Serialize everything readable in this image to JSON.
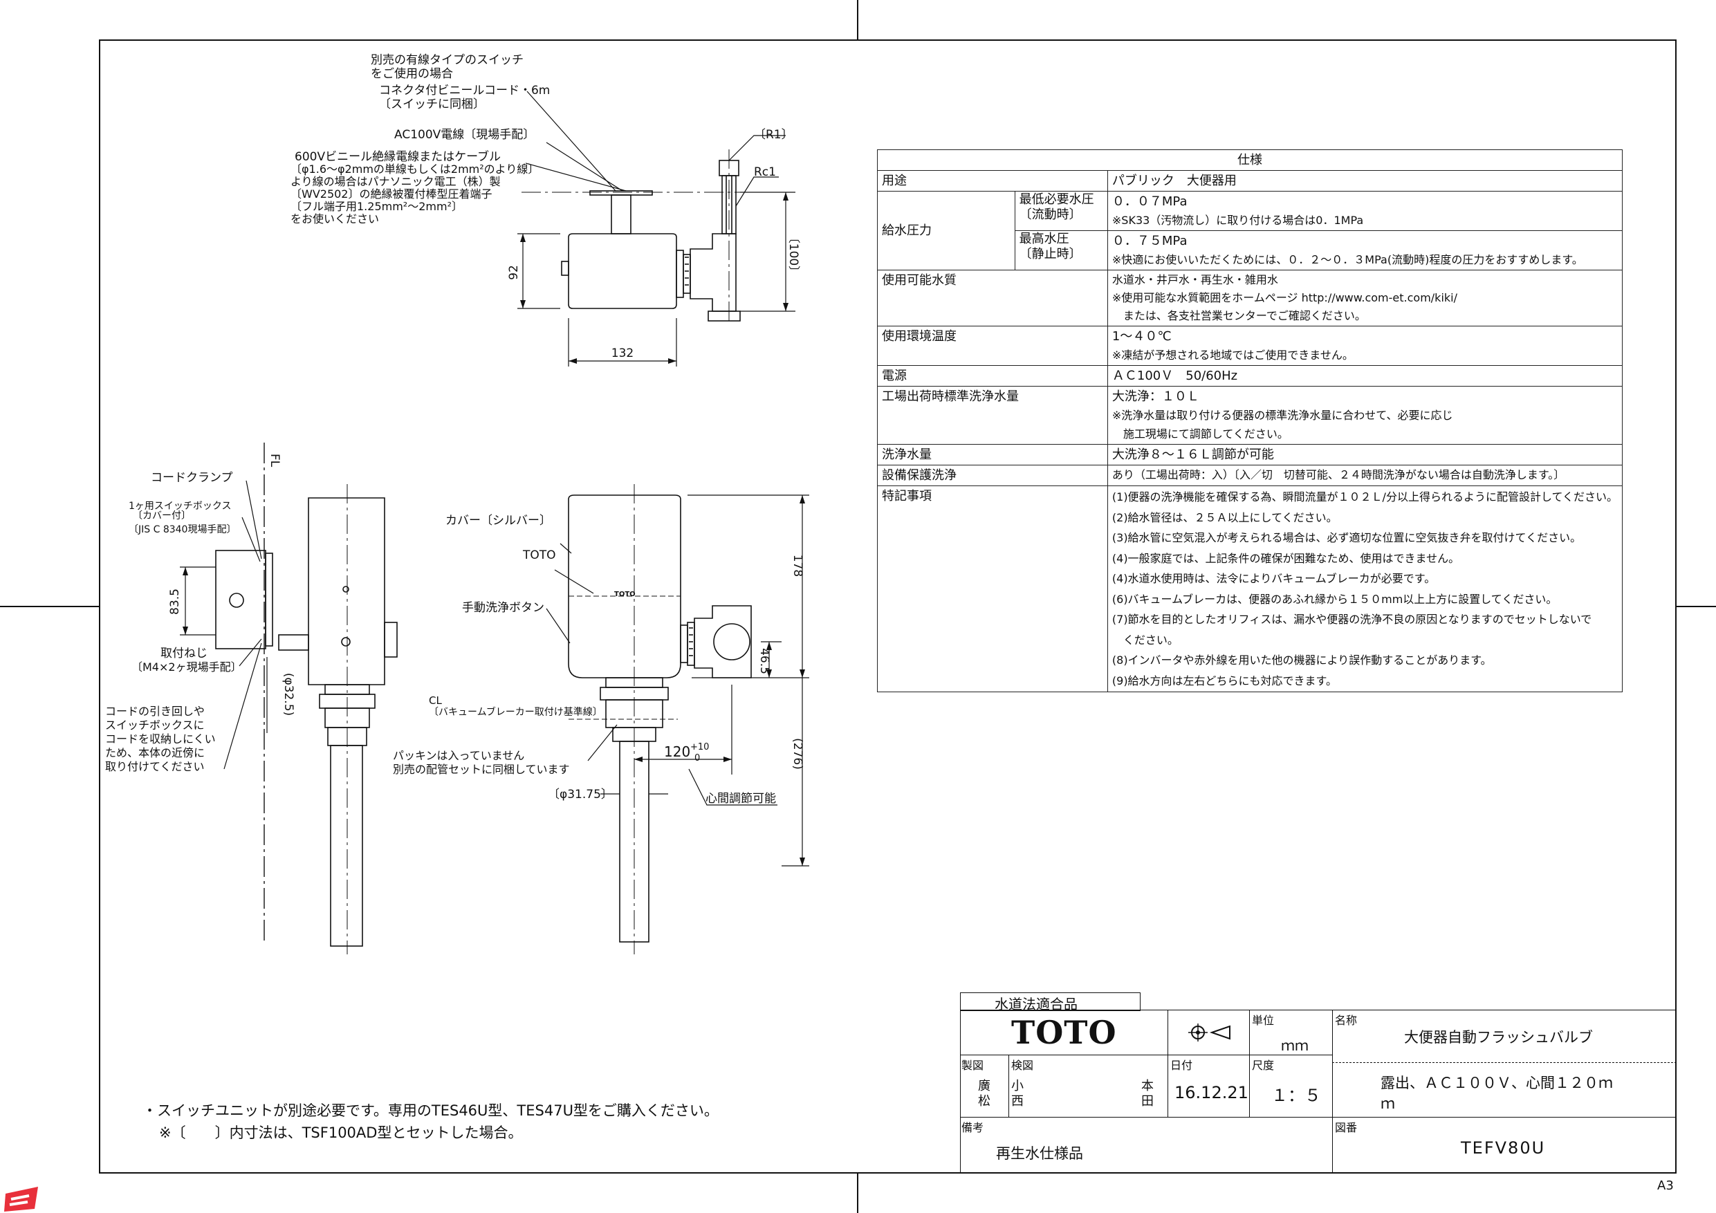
{
  "drawing_labels": {
    "wired_switch_1": "別売の有線タイプのスイッチ",
    "wired_switch_2": "をご使用の場合",
    "cord_1": "コネクタ付ビニールコード・6m",
    "cord_2": "〔スイッチに同梱〕",
    "ac_wire": "AC100V電線〔現場手配〕",
    "cable_1": "600Vビニール絶縁電線またはケーブル",
    "cable_2": "〔φ1.6～φ2mmの単線もしくは2mm²のより線〕",
    "cable_3": "より線の場合はパナソニック電工（株）製",
    "cable_4": "〔WV2502〕の絶縁被覆付棒型圧着端子",
    "cable_5": "〔フル端子用1.25mm²～2mm²〕",
    "cable_6": "をお使いください",
    "r1": "〔R1〕",
    "rc1": "Rc1",
    "dim_100": "〔100〕",
    "dim_92": "92",
    "dim_132": "132",
    "fl": "FL",
    "cord_clamp": "コードクランプ",
    "switch_box_1": "1ヶ用スイッチボックス",
    "switch_box_2": "〔カバー付〕",
    "switch_box_3": "〔JIS C 8340現場手配〕",
    "dim_83_5": "83.5",
    "screw_1": "取付ねじ",
    "screw_2": "〔M4×2ヶ現場手配〕",
    "dim_32_5": "(φ32.5)",
    "routing_1": "コードの引き回しや",
    "routing_2": "スイッチボックスに",
    "routing_3": "コードを収納しにくい",
    "routing_4": "ため、本体の近傍に",
    "routing_5": "取り付けてください",
    "cover": "カバー〔シルバー〕",
    "brand_label": "TOTO",
    "manual_button": "手動洗浄ボタン",
    "cl_1": "CL",
    "cl_2": "〔バキュームブレーカー取付け基準線〕",
    "dim_178": "178",
    "dim_46_5": "46.5",
    "dim_276": "(276)",
    "packing_1": "パッキンは入っていません",
    "packing_2": "別売の配管セットに同梱しています",
    "dim_120": "120",
    "tol_plus": "+10",
    "tol_zero": "0",
    "center_adj": "心間調節可能",
    "dim_31_75": "〔φ31.75〕",
    "unit_mark": "TOTO"
  },
  "spec": {
    "header": "仕様",
    "use_label": "用途",
    "use_value": "パブリック　大便器用",
    "pressure_label": "給水圧力",
    "min_label_1": "最低必要水圧",
    "min_label_2": "〔流動時〕",
    "min_value": "０．０７MPa",
    "min_note": "※SK33（汚物流し）に取り付ける場合は0．1MPa",
    "max_label_1": "最高水圧",
    "max_label_2": "〔静止時〕",
    "max_value": "０．７５MPa",
    "max_note": "※快適にお使いいただくためには、０．２～０．３MPa(流動時)程度の圧力をおすすめします。",
    "water_label": "使用可能水質",
    "water_value": "水道水・井戸水・再生水・雑用水",
    "water_note_1": "※使用可能な水質範囲をホームページ http://www.com-et.com/kiki/",
    "water_note_2": "　または、各支社営業センターでご確認ください。",
    "temp_label": "使用環境温度",
    "temp_value": "1～４０℃",
    "temp_note": "※凍結が予想される地域ではご使用できません。",
    "power_label": "電源",
    "power_value": "ＡＣ100Ｖ　50/60Hz",
    "flush_label": "工場出荷時標準洗浄水量",
    "flush_value": "大洗浄：１０Ｌ",
    "flush_note_1": "※洗浄水量は取り付ける便器の標準洗浄水量に合わせて、必要に応じ",
    "flush_note_2": "　施工現場にて調節してください。",
    "volume_label": "洗浄水量",
    "volume_value": "大洗浄８～１６Ｌ調節が可能",
    "protect_label": "設備保護洗浄",
    "protect_value": "あり（工場出荷時：入）〔入／切　切替可能、２４時間洗浄がない場合は自動洗浄します。〕",
    "special_label": "特記事項",
    "special_items": [
      "(1)便器の洗浄機能を確保する為、瞬間流量が１０２Ｌ/分以上得られるように配管設計してください。",
      "(2)給水管径は、２５Ａ以上にしてください。",
      "(3)給水管に空気混入が考えられる場合は、必ず適切な位置に空気抜き弁を取付けてください。",
      "(4)一般家庭では、上記条件の確保が困難なため、使用はできません。",
      "(4)水道水使用時は、法令によりバキュームブレーカが必要です。",
      "(6)バキュームブレーカは、便器のあふれ縁から１５０mm以上上方に設置してください。",
      "(7)節水を目的としたオリフィスは、漏水や便器の洗浄不良の原因となりますのでセットしないで",
      "　ください。",
      "(8)インバータや赤外線を用いた他の機器により誤作動することがあります。",
      "(9)給水方向は左右どちらにも対応できます。"
    ]
  },
  "notes": {
    "line_1": "・スイッチユニットが別途必要です。専用のTES46U型、TES47U型をご購入ください。",
    "line_2": "※〔　　〕内寸法は、TSF100AD型とセットした場合。"
  },
  "title_block": {
    "certified": "水道法適合品",
    "logo": "TOTO",
    "unit_label": "単位",
    "unit_value": "ｍｍ",
    "name_label": "名称",
    "name_value": "大便器自動フラッシュバルブ",
    "drawn_label": "製図",
    "drawn_value_1": "廣",
    "drawn_value_2": "松",
    "check_label": "検図",
    "check_value_1": "小",
    "check_value_2": "西",
    "check_value_3": "本",
    "check_value_4": "田",
    "date_label": "日付",
    "date_value": "16.12.21",
    "scale_label": "尺度",
    "scale_value": "１：５",
    "desc_value_1": "露出、ＡＣ１００Ｖ、心間１２０ｍ",
    "desc_value_2": "ｍ",
    "remarks_label": "備考",
    "remarks_value": "再生水仕様品",
    "drawing_no_label": "図番",
    "drawing_no_value": "TEFV80U",
    "sheet_size": "A3"
  }
}
